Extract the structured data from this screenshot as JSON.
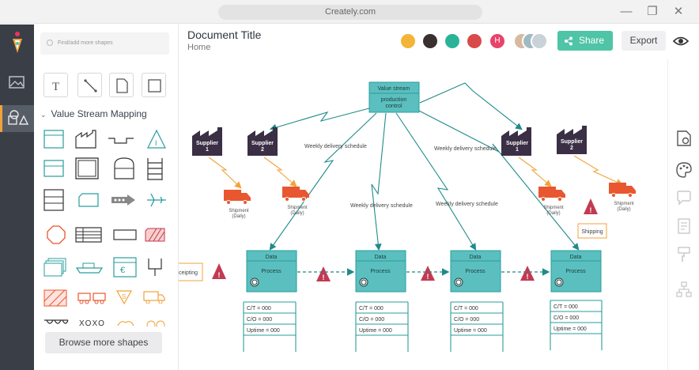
{
  "titlebar": {
    "url": "Creately.com",
    "minimize": "—",
    "restore": "❐",
    "close": "✕"
  },
  "sidebar": {
    "items": [
      {
        "name": "images",
        "icon": "image-icon"
      },
      {
        "name": "shapes",
        "icon": "shapes-icon",
        "active": true
      }
    ]
  },
  "shapes_panel": {
    "search_placeholder": "Find/add more shapes",
    "basic_shapes": [
      "text-tool",
      "line-tool",
      "note-shape",
      "rectangle-shape"
    ],
    "section_title": "Value Stream Mapping",
    "browse_label": "Browse more shapes"
  },
  "header": {
    "title": "Document Title",
    "breadcrumb": "Home",
    "avatar_initial": "H",
    "share_label": "Share",
    "export_label": "Export"
  },
  "diagram": {
    "control": {
      "title": "Value stream",
      "body": "production\ncontrol"
    },
    "suppliers": [
      {
        "label": "Supplier\n1"
      },
      {
        "label": "Supplier\n2"
      },
      {
        "label": "Supplier\n1"
      },
      {
        "label": "Supplier\n2"
      }
    ],
    "shipments": [
      {
        "label": "Shipment\n(Daily)"
      },
      {
        "label": "Shipment\n(Daily)"
      },
      {
        "label": "Shipment\n(Daily)"
      },
      {
        "label": "Shipment\n(Daily)"
      }
    ],
    "schedules": [
      "Weekly delivery schedule",
      "Weekly delivery schedule",
      "Weekly delivery schedule",
      "Weekly delivery schedule"
    ],
    "processes": [
      {
        "title": "Data",
        "body": "Process"
      },
      {
        "title": "Data",
        "body": "Process"
      },
      {
        "title": "Data",
        "body": "Process"
      },
      {
        "title": "Data",
        "body": "Process"
      }
    ],
    "data_rows": [
      "C/T = 000",
      "C/O = 000",
      "Uptime = 000"
    ],
    "receiving_label": "ceipting",
    "shipping_label": "Shipping"
  },
  "colors": {
    "teal": "#5bbfbf",
    "teal_dark": "#2a9d9d",
    "factory": "#3a2f45",
    "truck": "#e8572f",
    "warning": "#c23a52",
    "arrow_orange": "#f2a33a",
    "share": "#4fc4a6",
    "sidebar": "#3a3f47"
  }
}
